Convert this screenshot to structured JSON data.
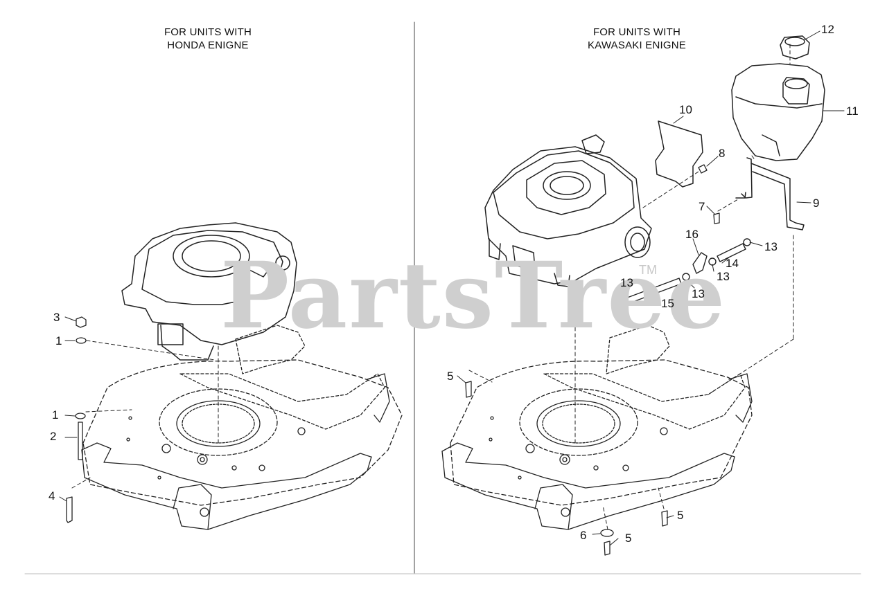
{
  "headings": {
    "left": {
      "line1": "FOR UNITS WITH",
      "line2": "HONDA ENIGNE"
    },
    "right": {
      "line1": "FOR UNITS WITH",
      "line2": "KAWASAKI ENIGNE"
    }
  },
  "watermark": {
    "text": "PartsTree",
    "tm": "TM"
  },
  "callouts": {
    "l3": "3",
    "l1a": "1",
    "l1b": "1",
    "l2": "2",
    "l4": "4",
    "r12": "12",
    "r11": "11",
    "r10": "10",
    "r8": "8",
    "r9": "9",
    "r7": "7",
    "r16": "16",
    "r13a": "13",
    "r13b": "13",
    "r13c": "13",
    "r13d": "13",
    "r14": "14",
    "r15": "15",
    "r5a": "5",
    "r5b": "5",
    "r5c": "5",
    "r6": "6"
  }
}
